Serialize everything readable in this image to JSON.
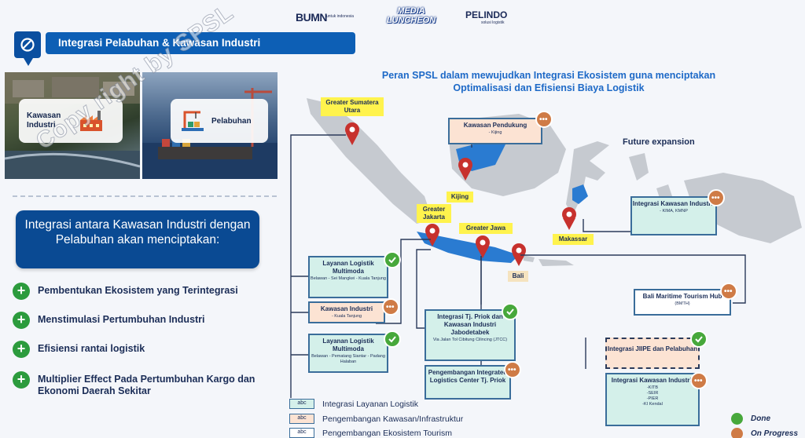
{
  "header": {
    "logo_bumn": "BUMN",
    "logo_bumn_sub": "untuk indonesia",
    "logo_media": "MEDIA LUNCHEON",
    "logo_pelindo": "PELINDO",
    "logo_pelindo_sub": "solusi logistik"
  },
  "left": {
    "title": "Integrasi Pelabuhan & Kawasan Industri",
    "photo_left_label": "Kawasan Industri",
    "photo_right_label": "Pelabuhan",
    "watermark": "Copy right by SPSL",
    "box_text": "Integrasi antara Kawasan Industri dengan Pelabuhan akan menciptakan:",
    "bullets": [
      "Pembentukan Ekosistem yang Terintegrasi",
      "Menstimulasi Pertumbuhan Industri",
      "Efisiensi rantai logistik",
      "Multiplier Effect Pada Pertumbuhan Kargo dan Ekonomi Daerah Sekitar"
    ]
  },
  "right": {
    "title_line1": "Peran SPSL dalam mewujudkan Integrasi Ekosistem guna menciptakan",
    "title_line2": "Optimalisasi dan Efisiensi Biaya Logistik",
    "future_expansion": "Future expansion",
    "map_labels": {
      "sumatera": "Greater Sumatera Utara",
      "kijing": "Kijing",
      "jakarta": "Greater Jakarta",
      "jawa": "Greater Jawa",
      "makassar": "Makassar",
      "bali": "Bali"
    },
    "boxes": {
      "pendukung_title": "Kawasan Pendukung",
      "pendukung_sub": "- Kijing",
      "multimoda1_title": "Layanan Logistik Multimoda",
      "multimoda1_sub": "Belawan - Sei Mangkei - Kuala Tanjung",
      "kawasan_industri_title": "Kawasan Industri",
      "kawasan_industri_sub": "- Kuala Tanjung",
      "multimoda2_title": "Layanan Logistik Multimoda",
      "multimoda2_sub": "Belawan - Pematang Siantar - Padang Halaban",
      "priok_title": "Integrasi Tj. Priok dan Kawasan Industri Jabodetabek",
      "priok_sub": "Via Jalan Tol Cibitung Cilincing (JTCC)",
      "ilc_title": "Pengembangan Integrated Logistics Center Tj. Priok",
      "kima_title": "Integrasi Kawasan Industri:",
      "kima_sub": "- KIMA, KMNP",
      "bmth_title": "Bali Maritime Tourism Hub",
      "bmth_sub": "(BMTH)",
      "jiipe_title": "Integrasi JIIPE dan Pelabuhan",
      "kitb_title": "Integrasi Kawasan Industri:",
      "kitb_sub": [
        "-KITB",
        "-SEIR",
        "-PIER",
        "-KI Kendal"
      ]
    },
    "legend": {
      "swatch_text": "abc",
      "teal": "Integrasi Layanan Logistik",
      "peach": "Pengembangan Kawasan/Infrastruktur",
      "white": "Pengembangan Ekosistem Tourism",
      "done": "Done",
      "progress": "On Progress"
    },
    "colors": {
      "teal": "#d4f0ea",
      "peach": "#fce3d3",
      "done": "#47a83b",
      "progress": "#cf7b46",
      "title_blue": "#1d69c7"
    }
  }
}
